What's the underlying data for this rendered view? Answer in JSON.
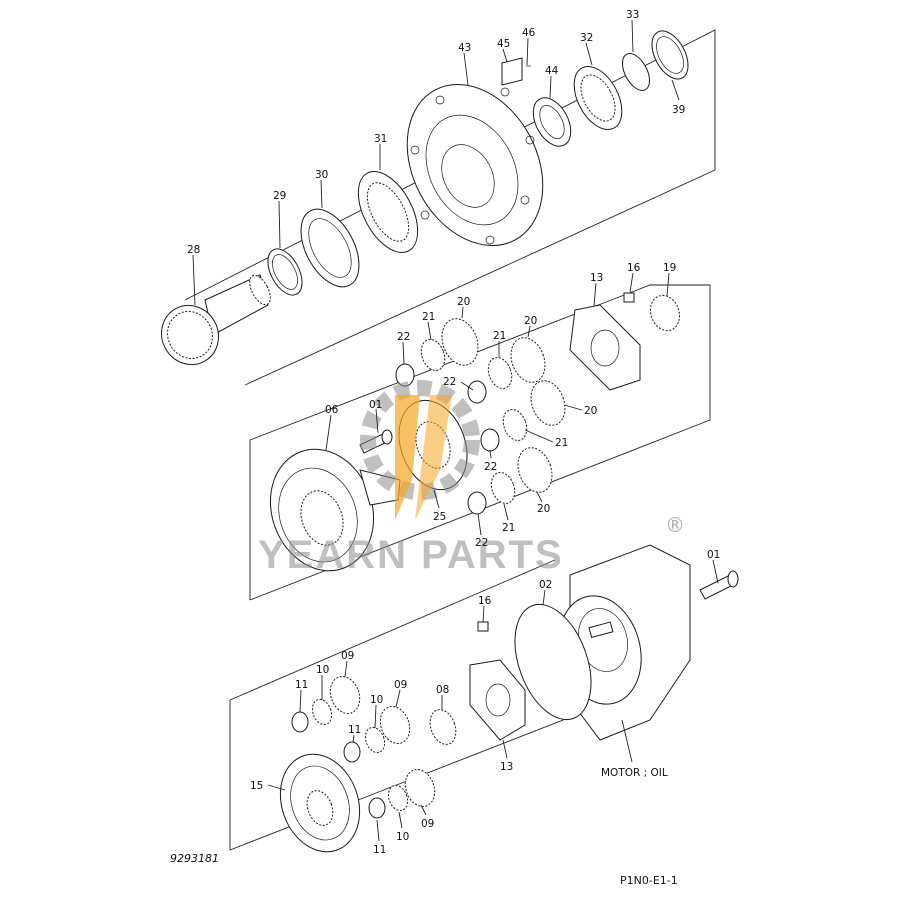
{
  "diagram": {
    "groups": [
      {
        "id": "output-shaft-group",
        "parts": [
          {
            "id": "p43",
            "label": "43"
          },
          {
            "id": "p45",
            "label": "45"
          },
          {
            "id": "p46",
            "label": "46"
          },
          {
            "id": "p44",
            "label": "44"
          },
          {
            "id": "p32",
            "label": "32"
          },
          {
            "id": "p33",
            "label": "33"
          },
          {
            "id": "p39",
            "label": "39"
          },
          {
            "id": "p31",
            "label": "31"
          },
          {
            "id": "p30",
            "label": "30"
          },
          {
            "id": "p29",
            "label": "29"
          },
          {
            "id": "p28",
            "label": "28"
          }
        ]
      },
      {
        "id": "second-planetary-group",
        "parts": [
          {
            "id": "p13a",
            "label": "13"
          },
          {
            "id": "p16a",
            "label": "16"
          },
          {
            "id": "p19",
            "label": "19"
          },
          {
            "id": "p20a",
            "label": "20"
          },
          {
            "id": "p21a",
            "label": "21"
          },
          {
            "id": "p22a",
            "label": "22"
          },
          {
            "id": "p21b",
            "label": "21"
          },
          {
            "id": "p20b",
            "label": "20"
          },
          {
            "id": "p22b",
            "label": "22"
          },
          {
            "id": "p06",
            "label": "06"
          },
          {
            "id": "p01a",
            "label": "01"
          },
          {
            "id": "p20c",
            "label": "20"
          },
          {
            "id": "p21c",
            "label": "21"
          },
          {
            "id": "p22c",
            "label": "22"
          },
          {
            "id": "p20d",
            "label": "20"
          },
          {
            "id": "p25",
            "label": "25"
          },
          {
            "id": "p21d",
            "label": "21"
          },
          {
            "id": "p22d",
            "label": "22"
          }
        ]
      },
      {
        "id": "first-planetary-group",
        "parts": [
          {
            "id": "p01b",
            "label": "01"
          },
          {
            "id": "p02",
            "label": "02"
          },
          {
            "id": "p16b",
            "label": "16"
          },
          {
            "id": "p09a",
            "label": "09"
          },
          {
            "id": "p10a",
            "label": "10"
          },
          {
            "id": "p11a",
            "label": "11"
          },
          {
            "id": "p09b",
            "label": "09"
          },
          {
            "id": "p10b",
            "label": "10"
          },
          {
            "id": "p11b",
            "label": "11"
          },
          {
            "id": "p08",
            "label": "08"
          },
          {
            "id": "p15",
            "label": "15"
          },
          {
            "id": "p09c",
            "label": "09"
          },
          {
            "id": "p10c",
            "label": "10"
          },
          {
            "id": "p11c",
            "label": "11"
          },
          {
            "id": "p13b",
            "label": "13"
          }
        ]
      }
    ],
    "motor_label": "MOTOR ; OIL",
    "left_code": "9293181",
    "right_code": "P1N0-E1-1"
  },
  "watermark": {
    "brand": "YEARN PARTS",
    "registered_symbol": "®",
    "colors": {
      "gray": "#8c8c8c",
      "orange": "#f5a623"
    }
  }
}
